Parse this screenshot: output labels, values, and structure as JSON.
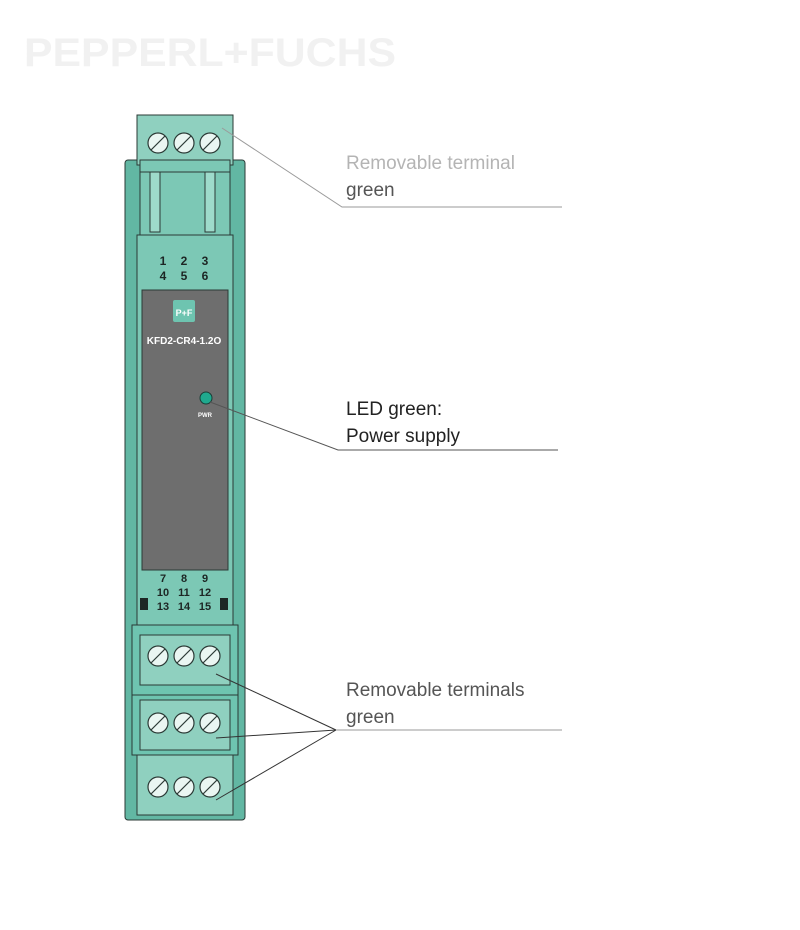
{
  "brand": {
    "name": "PEPPERL+FUCHS"
  },
  "device": {
    "model": "KFD2-CR4-1.2O",
    "logo_letters": "P+F",
    "led_label": "PWR",
    "top_terminal_numbers": [
      "1",
      "2",
      "3",
      "4",
      "5",
      "6"
    ],
    "bottom_terminal_numbers": [
      "7",
      "8",
      "9",
      "10",
      "11",
      "12",
      "13",
      "14",
      "15"
    ]
  },
  "callouts": {
    "top_terminal": {
      "line1": "Removable terminal",
      "line2": "green"
    },
    "led": {
      "line1": "LED green:",
      "line2": "Power supply"
    },
    "bottom_terminals": {
      "line1": "Removable terminals",
      "line2": "green"
    }
  },
  "colors": {
    "terminal_green": "#8fd0bf",
    "housing_teal": "#6ec4b0",
    "housing_dark": "#5aa994",
    "panel_gray": "#6e6e6e",
    "led": "#1fa98e",
    "outline": "#2b3a36"
  }
}
